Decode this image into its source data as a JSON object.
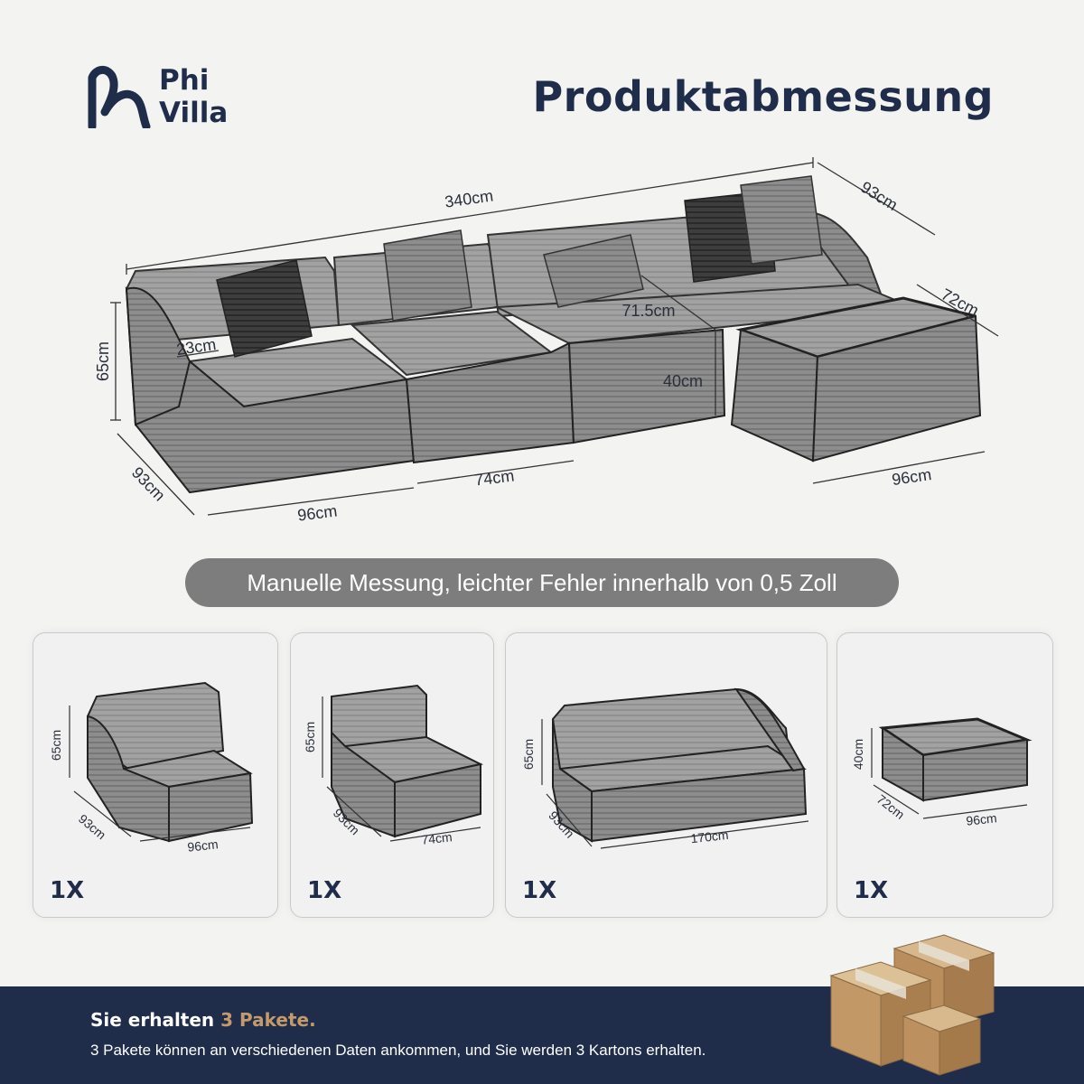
{
  "brand": {
    "line1": "Phi",
    "line2": "Villa"
  },
  "title": "Produktabmessung",
  "main_dimensions": {
    "total_length": "340cm",
    "depth_back": "93cm",
    "height": "65cm",
    "armrest_width": "23cm",
    "seat_depth": "71.5cm",
    "seat_height": "40cm",
    "ottoman_depth": "72cm",
    "depth_front": "93cm",
    "corner_width": "96cm",
    "middle_width": "74cm",
    "ottoman_width": "96cm"
  },
  "note": "Manuelle Messung, leichter Fehler innerhalb von 0,5 Zoll",
  "components": [
    {
      "height": "65cm",
      "depth": "93cm",
      "width": "96cm",
      "qty": "1X"
    },
    {
      "height": "65cm",
      "depth": "93cm",
      "width": "74cm",
      "qty": "1X"
    },
    {
      "height": "65cm",
      "depth": "93cm",
      "width": "170cm",
      "qty": "1X"
    },
    {
      "height": "40cm",
      "depth": "72cm",
      "width": "96cm",
      "qty": "1X"
    }
  ],
  "footer": {
    "title_prefix": "Sie erhalten",
    "title_highlight": "3 Pakete.",
    "subtitle": "3 Pakete können an verschiedenen Daten ankommen, und Sie werden 3 Kartons erhalten."
  },
  "colors": {
    "navy": "#1f2d4a",
    "fabric": "#8a8a8a",
    "piping": "#2b2b2b",
    "pill": "#7d7d7d",
    "accent": "#c49a6c"
  }
}
